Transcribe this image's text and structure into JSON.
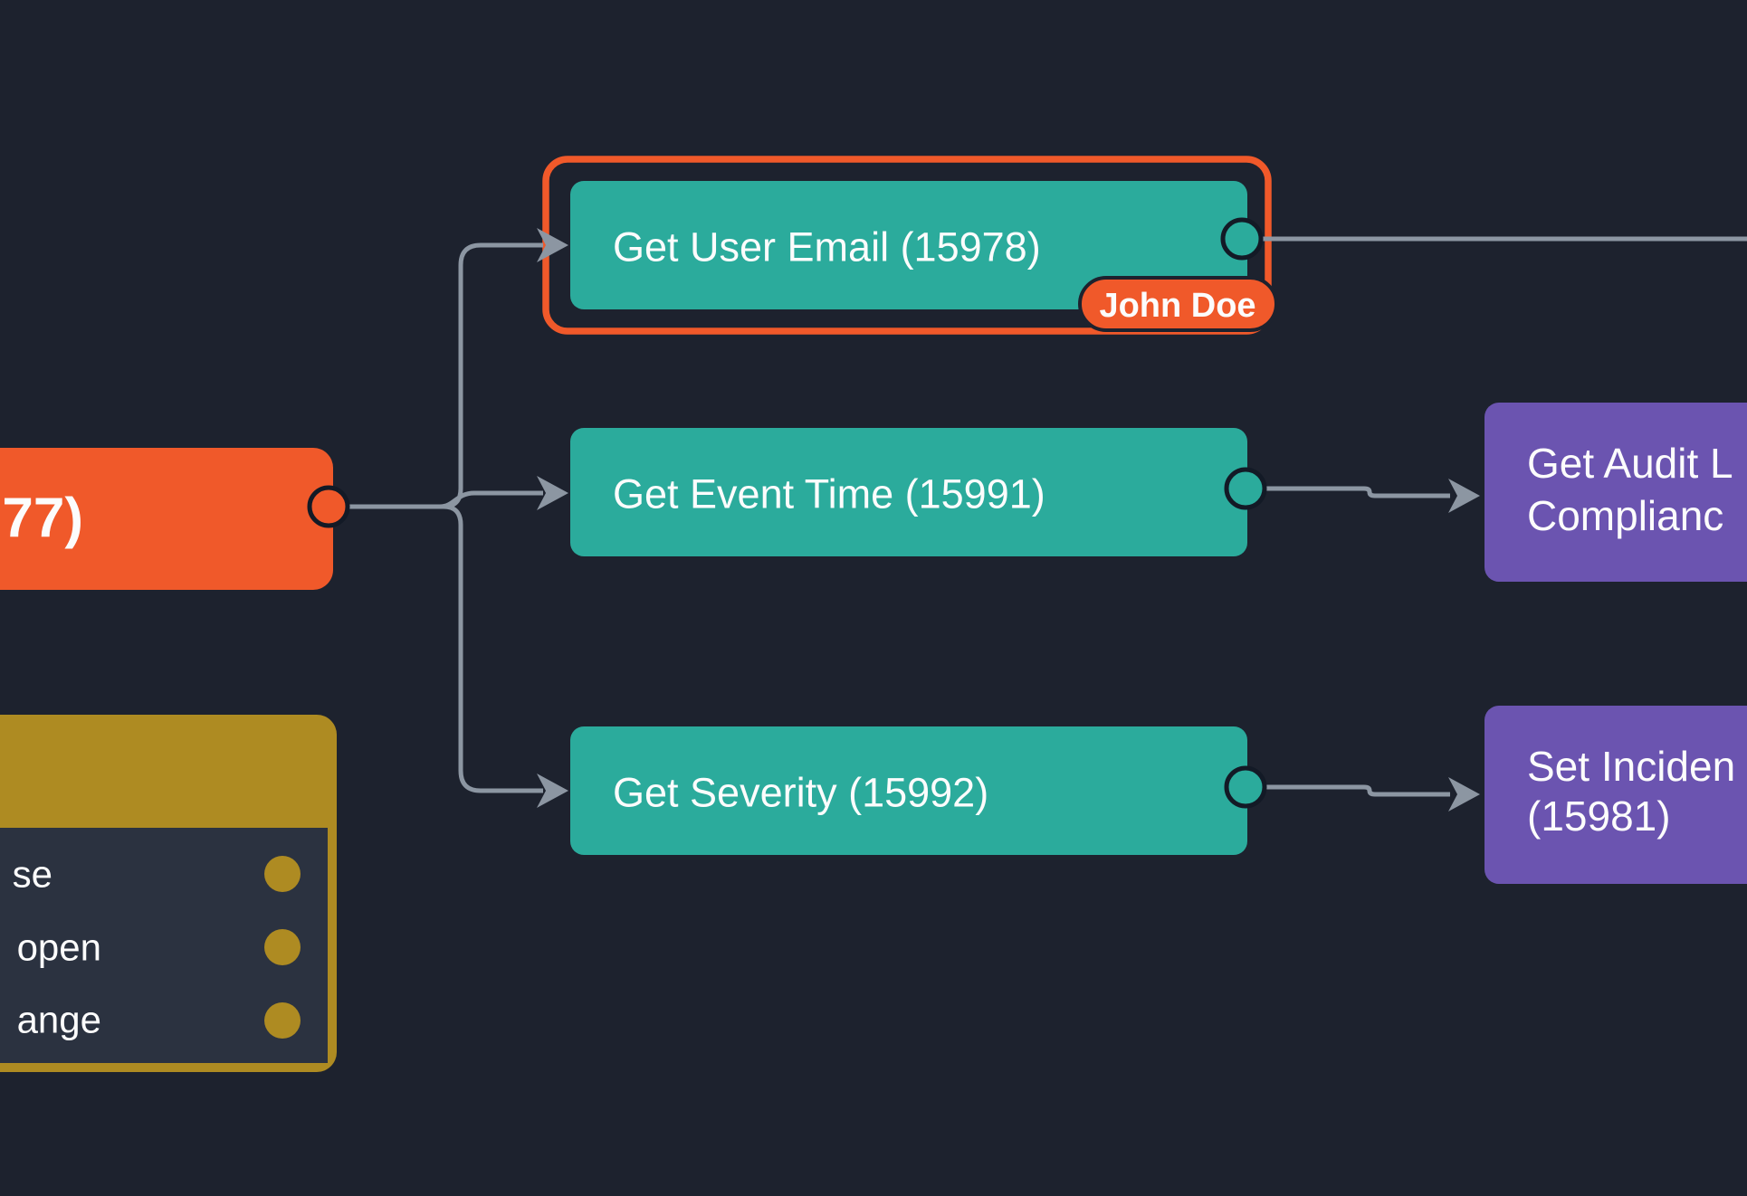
{
  "colors": {
    "background": "#1d222e",
    "teal": "#2bab9c",
    "orange": "#f0592a",
    "purple": "#6b54b0",
    "yellow": "#ae8b22",
    "switch_body": "#2b3240",
    "edge": "#8c96a2",
    "port_stroke": "#131a26",
    "text": "#fcfcfc"
  },
  "nodes": {
    "trigger": {
      "label_fragment": "77)"
    },
    "get_user_email": {
      "label": "Get User Email (15978)",
      "assignee_badge": "John Doe",
      "selected": "true"
    },
    "get_event_time": {
      "label": "Get Event Time (15991)"
    },
    "get_severity": {
      "label": "Get Severity (15992)"
    },
    "get_audit_log": {
      "label_line1": "Get Audit L",
      "label_line2": "Complianc"
    },
    "set_incident": {
      "label_line1": "Set Inciden",
      "label_line2": "(15981)"
    },
    "switch": {
      "cases": [
        {
          "label_fragment": "se"
        },
        {
          "label_fragment": "open"
        },
        {
          "label_fragment": "ange"
        }
      ]
    }
  }
}
